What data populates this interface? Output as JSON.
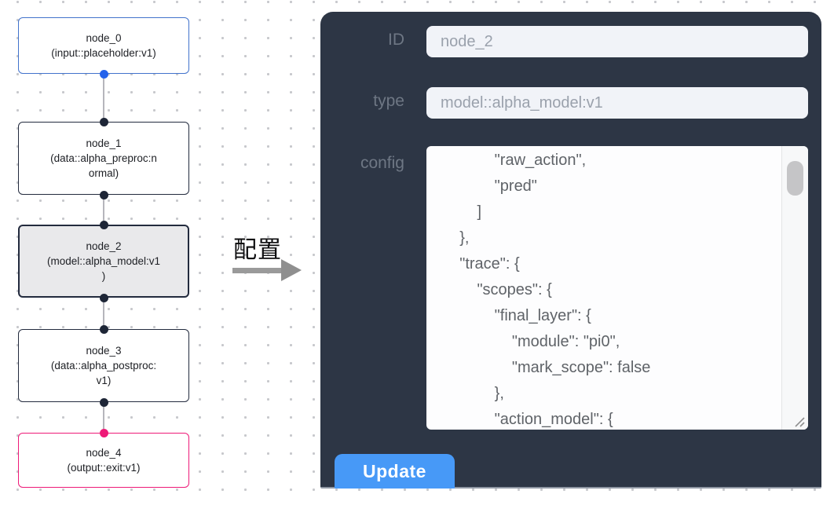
{
  "flow": {
    "nodes": [
      {
        "id": "node_0",
        "title": "node_0",
        "subtitle": "(input::placeholder:v1)",
        "kind": "input",
        "selected": false
      },
      {
        "id": "node_1",
        "title": "node_1",
        "subtitle": "(data::alpha_preproc:n\normal)",
        "kind": "data",
        "selected": false
      },
      {
        "id": "node_2",
        "title": "node_2",
        "subtitle": "(model::alpha_model:v1\n)",
        "kind": "model",
        "selected": true
      },
      {
        "id": "node_3",
        "title": "node_3",
        "subtitle": "(data::alpha_postproc:\nv1)",
        "kind": "data",
        "selected": false
      },
      {
        "id": "node_4",
        "title": "node_4",
        "subtitle": "(output::exit:v1)",
        "kind": "output",
        "selected": false
      }
    ],
    "edges": [
      {
        "from": "node_0",
        "to": "node_1"
      },
      {
        "from": "node_1",
        "to": "node_2"
      },
      {
        "from": "node_2",
        "to": "node_3"
      },
      {
        "from": "node_3",
        "to": "node_4"
      }
    ]
  },
  "transfer": {
    "label": "配置"
  },
  "panel": {
    "fields": [
      {
        "label": "ID",
        "value": "node_2"
      },
      {
        "label": "type",
        "value": "model::alpha_model:v1"
      }
    ],
    "config_label": "config",
    "config_text": "            \"raw_action\",\n            \"pred\"\n        ]\n    },\n    \"trace\": {\n        \"scopes\": {\n            \"final_layer\": {\n                \"module\": \"pi0\",\n                \"mark_scope\": false\n            },\n            \"action_model\": {",
    "update_button": "Update"
  },
  "colors": {
    "accent_blue": "#2563eb",
    "accent_blue_border": "#4273cc",
    "accent_pink": "#ee1a78",
    "node_border": "#232b3e",
    "panel_bg": "#2d3645",
    "field_bg": "#f1f3f8",
    "button_blue": "#4799f7",
    "label_gray": "#6e7784",
    "value_gray": "#9aa1ac",
    "config_text": "#5f6368"
  }
}
